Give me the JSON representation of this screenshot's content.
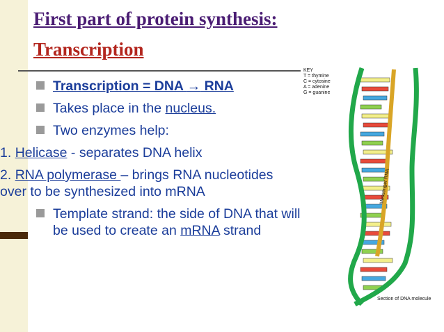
{
  "title": {
    "line1": "First part of protein synthesis:",
    "line2": "Transcription"
  },
  "bullets": {
    "b1": {
      "pre": "Transcription = DNA ",
      "arrow": "→",
      "post": " RNA"
    },
    "b2": {
      "pre": "Takes place in the ",
      "link": "nucleus."
    },
    "b3": {
      "text": "Two enzymes help:"
    },
    "n1": {
      "num": "1. ",
      "term": "Helicase",
      "rest": " - separates DNA helix"
    },
    "n2": {
      "num": "2. ",
      "term": "RNA polymerase ",
      "rest": "– brings RNA nucleotides over to be synthesized into mRNA"
    },
    "b4": {
      "pre": "Template strand: the side of DNA that will be used to create an ",
      "link": "mRNA",
      "post": " strand"
    }
  },
  "figure": {
    "key": {
      "heading": "KEY",
      "t": "T = thymine",
      "c": "C = cytosine",
      "a": "A = adenine",
      "g": "G = guanine"
    },
    "mrna_label": "Messenger RNA",
    "caption": "Section of DNA molecule",
    "colors": {
      "backbone": "#21a84a",
      "rna_strand": "#d9a526",
      "thymine": "#f3ef8a",
      "cytosine": "#e84a3a",
      "adenine": "#45a8e0",
      "guanine": "#8fd14f"
    }
  }
}
